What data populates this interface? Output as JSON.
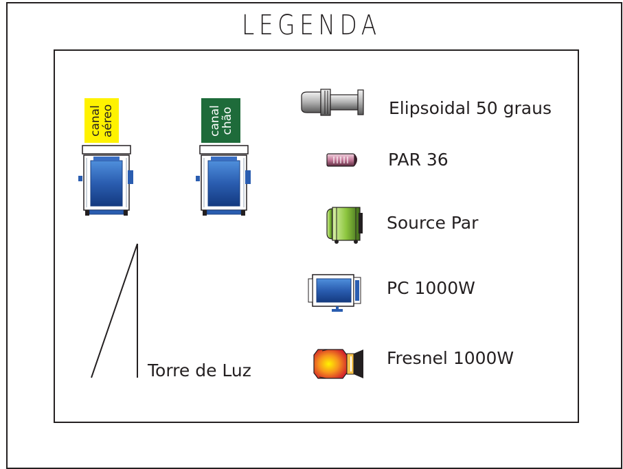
{
  "legend": {
    "title": "LEGENDA",
    "channel_tags": [
      {
        "text": "canal\naéreo",
        "color": "#fff200",
        "text_color": "#231f20"
      },
      {
        "text": "canal\nchão",
        "color": "#1e6b3a",
        "text_color": "#ffffff"
      }
    ],
    "items": [
      {
        "label": "Elipsoidal 50 graus",
        "icon": "ellipsoidal-icon"
      },
      {
        "label": "PAR 36",
        "icon": "par36-icon"
      },
      {
        "label": "Source Par",
        "icon": "source-par-icon"
      },
      {
        "label": "PC 1000W",
        "icon": "pc-1000w-icon"
      },
      {
        "label": "Fresnel 1000W",
        "icon": "fresnel-1000w-icon"
      }
    ],
    "tower": {
      "label": "Torre de Luz",
      "icon": "light-tower-icon"
    },
    "colors": {
      "blue": "#2a5db0",
      "yellow": "#fff200",
      "green": "#1e6b3a",
      "lime": "#8dc63f",
      "orange": "#f7941d",
      "pink": "#c67a9a"
    }
  }
}
